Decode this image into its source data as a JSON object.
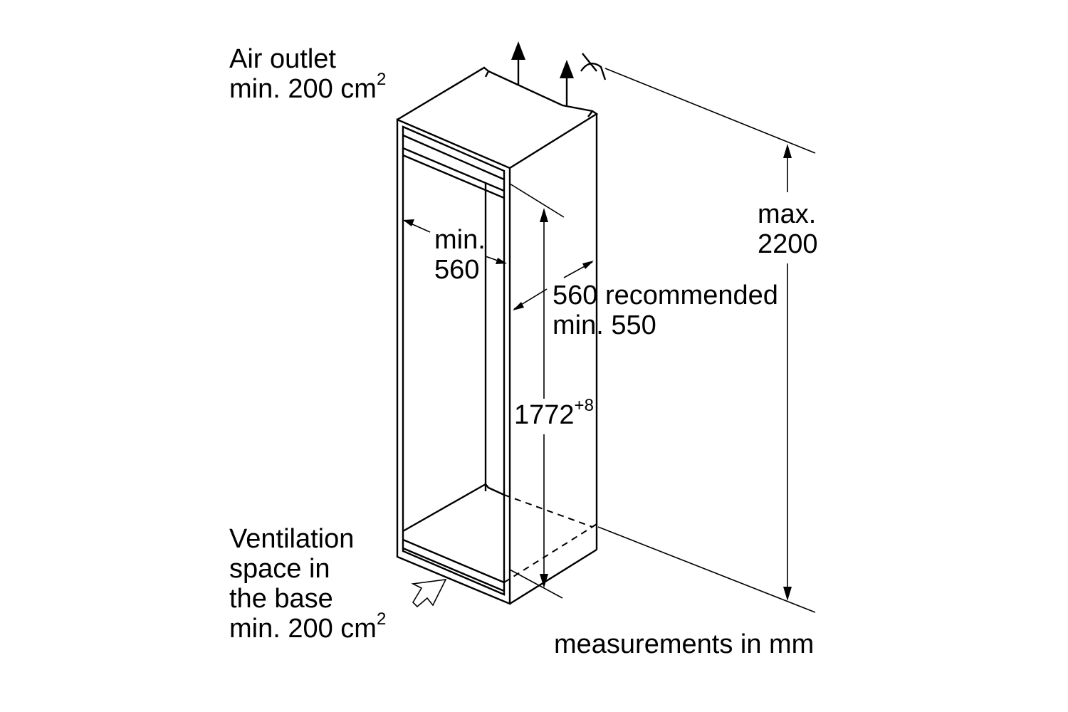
{
  "air_outlet": {
    "line1": "Air outlet",
    "line2_text": "min. 200 cm",
    "line2_sup": "2"
  },
  "ventilation": {
    "line1": "Ventilation",
    "line2": "space in",
    "line3": "the base",
    "line4_text": "min. 200 cm",
    "line4_sup": "2"
  },
  "width_min": {
    "line1": "min.",
    "line2": "560"
  },
  "depth": {
    "line1": "560 recommended",
    "line2": "min. 550"
  },
  "niche_height": {
    "value": "1772",
    "tolerance": "+8"
  },
  "max_height": {
    "line1": "max.",
    "line2": "2200"
  },
  "footer": {
    "units": "measurements in mm"
  }
}
